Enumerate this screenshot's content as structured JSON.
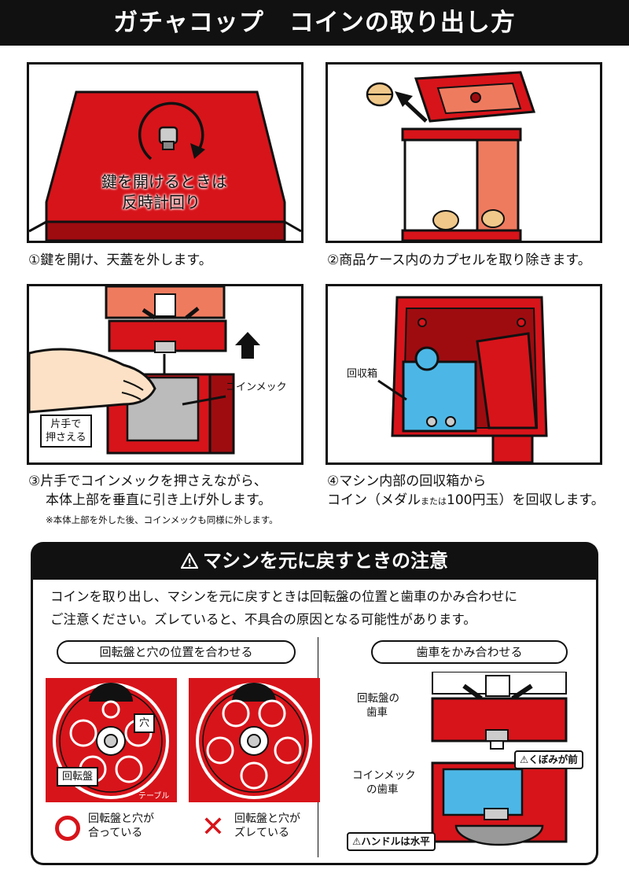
{
  "title": "ガチャコップ　コインの取り出し方",
  "steps": [
    {
      "caption": "①鍵を開け、天蓋を外します。",
      "label_line1": "鍵を開けるときは",
      "label_line2": "反時計回り"
    },
    {
      "caption": "②商品ケース内のカプセルを取り除きます。"
    },
    {
      "caption_line1": "③片手でコインメックを押さえながら、",
      "caption_line2": "本体上部を垂直に引き上げ外します。",
      "note": "※本体上部を外した後、コインメックも同様に外します。",
      "label_mech": "コインメック",
      "label_hand_1": "片手で",
      "label_hand_2": "押さえる"
    },
    {
      "caption_line1": "④マシン内部の回収箱から",
      "caption_line2_a": "コイン（メダル",
      "caption_line2_small": "または",
      "caption_line2_b": "100円玉）を回収します。",
      "label_box": "回収箱"
    }
  ],
  "caution": {
    "header": "マシンを元に戻すときの注意",
    "text_line1": "コインを取り出し、マシンを元に戻すときは回転盤の位置と歯車のかみ合わせに",
    "text_line2": "ご注意ください。ズレていると、不具合の原因となる可能性があります。",
    "left": {
      "pill": "回転盤と穴の位置を合わせる",
      "label_hole": "穴",
      "label_disc": "回転盤",
      "label_table": "テーブル",
      "ok_line1": "回転盤と穴が",
      "ok_line2": "合っている",
      "ng_line1": "回転盤と穴が",
      "ng_line2": "ズレている"
    },
    "right": {
      "pill": "歯車をかみ合わせる",
      "label_disc_gear_1": "回転盤の",
      "label_disc_gear_2": "歯車",
      "alert_notch": "くぼみが前",
      "label_mech_gear_1": "コインメック",
      "label_mech_gear_2": "の歯車",
      "alert_handle": "ハンドルは水平"
    }
  },
  "colors": {
    "red": "#d7141a",
    "dark_red": "#9e0c10",
    "blue": "#4cb7e6",
    "black": "#111111",
    "salmon": "#ef7b5f"
  }
}
